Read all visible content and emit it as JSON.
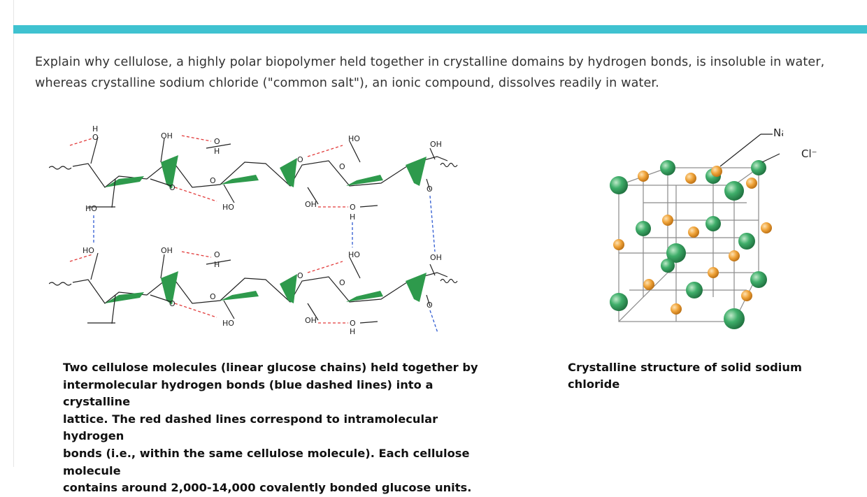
{
  "question": {
    "line1": "Explain why cellulose, a highly polar biopolymer held together in crystalline domains by hydrogen bonds, is insoluble in water,",
    "line2": "whereas crystalline sodium chloride (\"common salt\"), an ionic compound, dissolves readily in water."
  },
  "cellulose_figure": {
    "labels": {
      "oh": "OH",
      "ho": "HO",
      "o": "O",
      "h": "H"
    },
    "caption_lines": [
      "Two cellulose molecules (linear glucose chains) held together by",
      "intermolecular hydrogen bonds (blue dashed lines) into a crystalline",
      "lattice.  The red dashed lines correspond to intramolecular hydrogen",
      "bonds (i.e., within the same cellulose molecule). Each cellulose molecule",
      "contains around 2,000-14,000 covalently bonded glucose units."
    ],
    "colors": {
      "ring": "#2e9a4c",
      "intramolecular": "#e23b3b",
      "intermolecular": "#2f5bd1"
    }
  },
  "nacl_figure": {
    "na_label": "Na⁺",
    "cl_label": "Cl⁻",
    "caption": "Crystalline structure of solid sodium chloride",
    "colors": {
      "na": "#f0a43a",
      "cl": "#3fae6a",
      "lattice": "#888888"
    }
  }
}
